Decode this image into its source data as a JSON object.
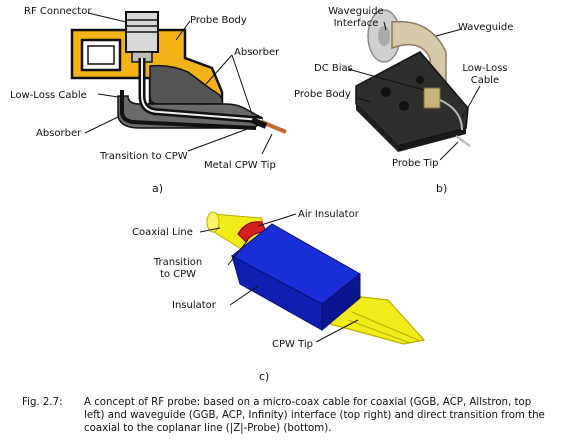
{
  "panel_a": {
    "labels": {
      "rf_connector": "RF Connector",
      "probe_body": "Probe Body",
      "absorber_right": "Absorber",
      "low_loss_cable": "Low-Loss Cable",
      "absorber_left": "Absorber",
      "transition_to_cpw": "Transition to CPW",
      "metal_cpw_tip": "Metal CPW Tip"
    },
    "sub_label": "a)"
  },
  "panel_b": {
    "labels": {
      "waveguide_interface_1": "Waveguide",
      "waveguide_interface_2": "Interface",
      "waveguide": "Waveguide",
      "dc_bias": "DC Bias",
      "low_loss_cable_1": "Low-Loss",
      "low_loss_cable_2": "Cable",
      "probe_body": "Probe Body",
      "probe_tip": "Probe Tip"
    },
    "sub_label": "b)"
  },
  "panel_c": {
    "labels": {
      "air_insulator": "Air Insulator",
      "coaxial_line": "Coaxial Line",
      "transition_1": "Transition",
      "transition_2": "to CPW",
      "insulator": "Insulator",
      "cpw_tip": "CPW Tip"
    },
    "sub_label": "c)"
  },
  "caption": {
    "number": "Fig. 2.7:",
    "text": "A concept of RF probe: based on a micro-coax cable for coaxial (GGB, ACP, Allstron, top left) and waveguide (GGB, ACP, Infinity) interface (top right) and direct transition from the coaxial to the coplanar line (|Z|-Probe) (bottom)."
  }
}
